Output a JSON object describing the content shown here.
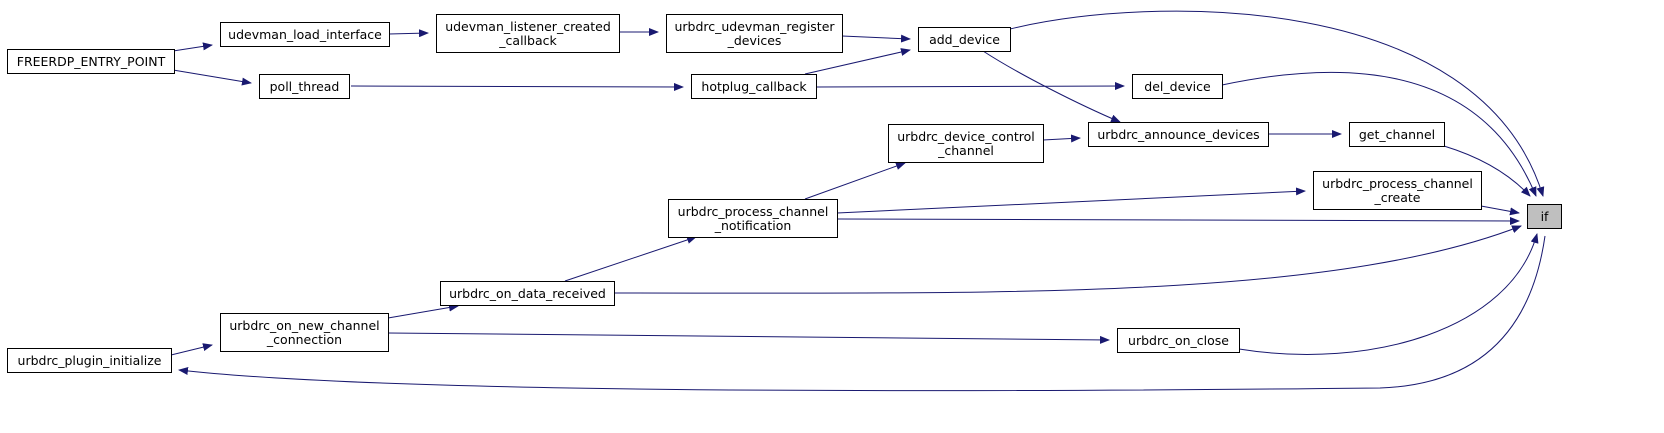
{
  "colors": {
    "edge": "#191970",
    "node_border": "#000000",
    "node_fill": "#ffffff",
    "focus_fill": "#bfbfbf"
  },
  "nodes": {
    "freerdp_entry_point": {
      "label": "FREERDP_ENTRY_POINT"
    },
    "udevman_load_interface": {
      "label": "udevman_load_interface"
    },
    "poll_thread": {
      "label": "poll_thread"
    },
    "udevman_listener_created_callback": {
      "label": "udevman_listener_created\n_callback"
    },
    "urbdrc_udevman_register_devices": {
      "label": "urbdrc_udevman_register\n_devices"
    },
    "hotplug_callback": {
      "label": "hotplug_callback"
    },
    "add_device": {
      "label": "add_device"
    },
    "del_device": {
      "label": "del_device"
    },
    "urbdrc_device_control_channel": {
      "label": "urbdrc_device_control\n_channel"
    },
    "urbdrc_announce_devices": {
      "label": "urbdrc_announce_devices"
    },
    "get_channel": {
      "label": "get_channel"
    },
    "urbdrc_process_channel_notification": {
      "label": "urbdrc_process_channel\n_notification"
    },
    "urbdrc_process_channel_create": {
      "label": "urbdrc_process_channel\n_create"
    },
    "urbdrc_on_data_received": {
      "label": "urbdrc_on_data_received"
    },
    "urbdrc_on_new_channel_connection": {
      "label": "urbdrc_on_new_channel\n_connection"
    },
    "urbdrc_plugin_initialize": {
      "label": "urbdrc_plugin_initialize"
    },
    "urbdrc_on_close": {
      "label": "urbdrc_on_close"
    },
    "if": {
      "label": "if"
    }
  },
  "edges": [
    {
      "from": "freerdp_entry_point",
      "to": "udevman_load_interface"
    },
    {
      "from": "freerdp_entry_point",
      "to": "poll_thread"
    },
    {
      "from": "udevman_load_interface",
      "to": "udevman_listener_created_callback"
    },
    {
      "from": "udevman_listener_created_callback",
      "to": "urbdrc_udevman_register_devices"
    },
    {
      "from": "urbdrc_udevman_register_devices",
      "to": "add_device"
    },
    {
      "from": "poll_thread",
      "to": "hotplug_callback"
    },
    {
      "from": "hotplug_callback",
      "to": "add_device"
    },
    {
      "from": "hotplug_callback",
      "to": "del_device"
    },
    {
      "from": "add_device",
      "to": "urbdrc_announce_devices"
    },
    {
      "from": "urbdrc_device_control_channel",
      "to": "urbdrc_announce_devices"
    },
    {
      "from": "urbdrc_announce_devices",
      "to": "get_channel"
    },
    {
      "from": "urbdrc_process_channel_notification",
      "to": "urbdrc_device_control_channel"
    },
    {
      "from": "urbdrc_process_channel_notification",
      "to": "urbdrc_process_channel_create"
    },
    {
      "from": "urbdrc_on_data_received",
      "to": "urbdrc_process_channel_notification"
    },
    {
      "from": "urbdrc_on_new_channel_connection",
      "to": "urbdrc_on_data_received"
    },
    {
      "from": "urbdrc_on_new_channel_connection",
      "to": "urbdrc_on_close"
    },
    {
      "from": "urbdrc_plugin_initialize",
      "to": "urbdrc_on_new_channel_connection"
    },
    {
      "from": "add_device",
      "to": "if"
    },
    {
      "from": "del_device",
      "to": "if"
    },
    {
      "from": "get_channel",
      "to": "if"
    },
    {
      "from": "urbdrc_process_channel_create",
      "to": "if"
    },
    {
      "from": "urbdrc_process_channel_notification",
      "to": "if"
    },
    {
      "from": "urbdrc_on_data_received",
      "to": "if"
    },
    {
      "from": "urbdrc_on_close",
      "to": "if"
    },
    {
      "from": "if",
      "to": "urbdrc_plugin_initialize"
    }
  ]
}
